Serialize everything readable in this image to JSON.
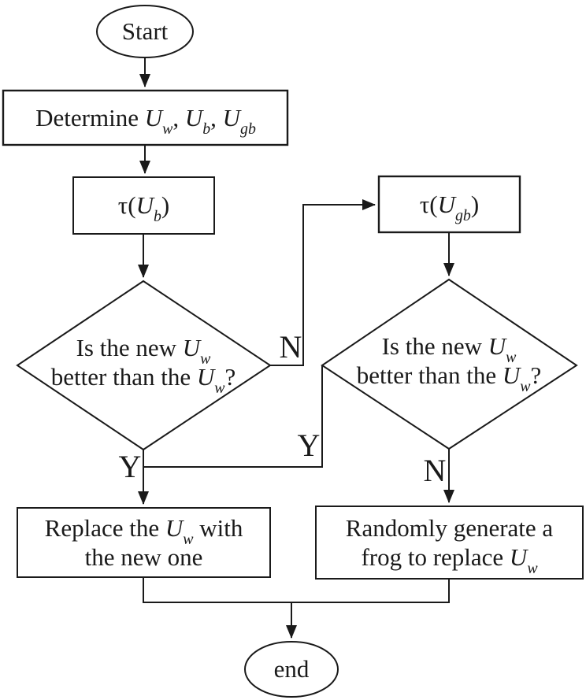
{
  "figure": {
    "background": "#ffffff",
    "line_color": "#1a1a1a",
    "text_color": "#1a1a1a"
  },
  "nodes": {
    "start": {
      "shape": "ellipse",
      "label": "Start"
    },
    "determine": {
      "shape": "rect",
      "label": "Determine U_{w}, U_{b}, U_{gb}"
    },
    "tau_b": {
      "shape": "rect",
      "label": "τ(U_{b})"
    },
    "decision_left": {
      "shape": "diamond",
      "lines": [
        "Is the new U_{w}",
        "better than the U_{w}?"
      ]
    },
    "tau_gb": {
      "shape": "rect",
      "label": "τ(U_{gb})"
    },
    "decision_right": {
      "shape": "diamond",
      "lines": [
        "Is the new U_{w}",
        "better than the U_{w}?"
      ]
    },
    "replace": {
      "shape": "rect",
      "lines": [
        "Replace the U_{w} with",
        "the new one"
      ]
    },
    "random": {
      "shape": "rect",
      "lines": [
        "Randomly generate a",
        "frog to replace U_{w}"
      ]
    },
    "end": {
      "shape": "ellipse",
      "label": "end"
    }
  },
  "edge_labels": {
    "left_no": "N",
    "left_yes": "Y",
    "right_yes": "Y",
    "right_no": "N"
  }
}
